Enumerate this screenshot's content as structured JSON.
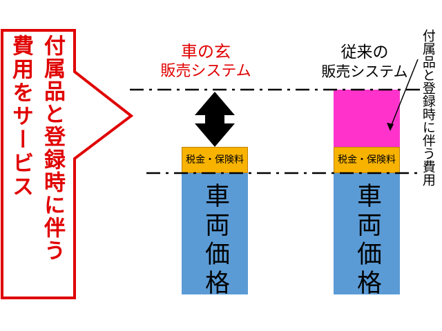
{
  "callout": {
    "line1": "付属品と登録時に伴う",
    "line2": "費用をサービス"
  },
  "left_column": {
    "title_line1": "車の玄",
    "title_line2": "販売システム",
    "tax_label": "税金・保険料",
    "price_label": "車両価格"
  },
  "right_column": {
    "title_line1": "従来の",
    "title_line2": "販売システム",
    "tax_label": "税金・保険料",
    "price_label": "車両価格"
  },
  "fee_annotation": "付属品と登録時に伴う費用",
  "colors": {
    "accent_red": "#e00000",
    "tax_orange": "#f8b300",
    "price_blue": "#5b9bd5",
    "fees_magenta": "#ff33cc"
  }
}
